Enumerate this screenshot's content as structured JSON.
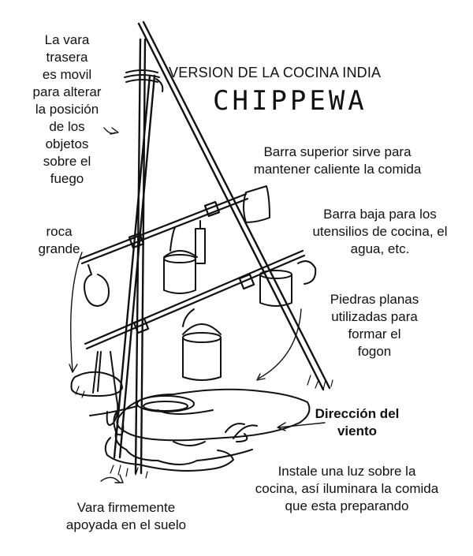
{
  "title": {
    "line1": "VERSION DE LA COCINA INDIA",
    "line2": "CHIPPEWA"
  },
  "labels": {
    "back_pole": [
      "La vara",
      "trasera",
      "es movil",
      "para alterar",
      "la posición",
      "de los",
      "objetos",
      "sobre el",
      "fuego"
    ],
    "rock": [
      "roca",
      "grande"
    ],
    "top_bar": [
      "Barra superior sirve para",
      "mantener caliente la comida"
    ],
    "low_bar": [
      "Barra baja para los",
      "utensilios de cocina, el",
      "agua, etc."
    ],
    "flat_stones": [
      "Piedras planas",
      "utilizadas para",
      "formar el",
      "fogon"
    ],
    "wind": [
      "Dirección del",
      "viento"
    ],
    "light": [
      "Instale una luz sobre la",
      "cocina, así iluminara la comida",
      "que esta preparando"
    ],
    "pole_ground": [
      "Vara firmemente",
      "apoyada en el suelo"
    ]
  },
  "colors": {
    "ink": "#111111",
    "background": "#ffffff"
  }
}
